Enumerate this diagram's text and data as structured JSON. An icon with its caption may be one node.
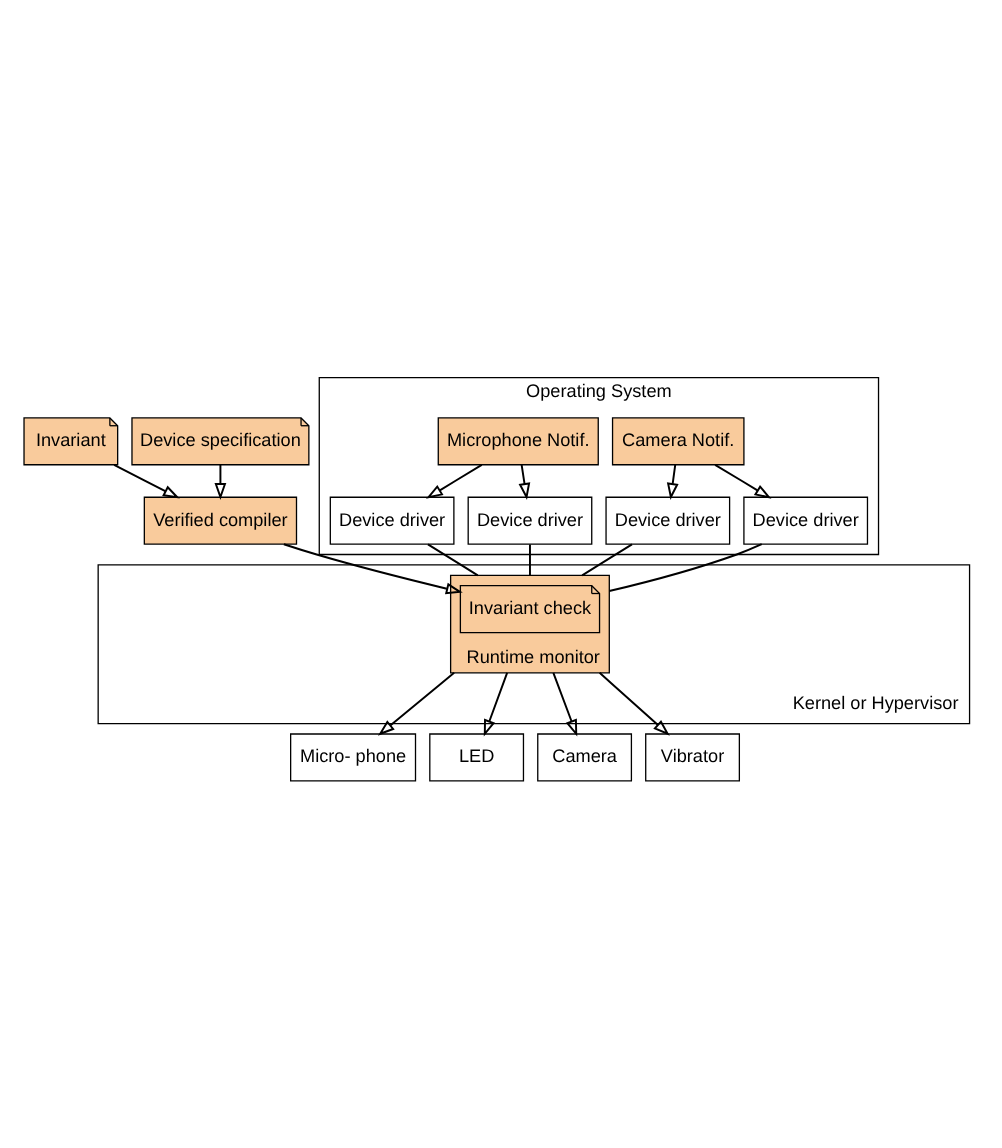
{
  "diagram": {
    "nodes": [
      {
        "text": [
          "Invariant"
        ]
      },
      {
        "text": [
          "Device specification"
        ]
      },
      {
        "text": [
          "Verified compiler"
        ]
      },
      {
        "text": [
          "Operating System"
        ]
      },
      {
        "text": [
          "Microphone Notif."
        ],
        "in": 3
      },
      {
        "text": [
          "Camera Notif."
        ],
        "in": 3
      },
      {
        "text": [
          "Device driver"
        ],
        "in": 3
      },
      {
        "text": [
          "Device driver"
        ],
        "in": 3
      },
      {
        "text": [
          "Device driver"
        ],
        "in": 3
      },
      {
        "text": [
          "Device driver"
        ],
        "in": 3
      },
      {
        "text": [
          "Kernel or Hypervisor"
        ]
      },
      {
        "text": [
          "Runtime monitor"
        ],
        "in": 10
      },
      {
        "text": [
          "Invariant check"
        ],
        "in": 11
      },
      {
        "text": [
          "Micro- phone"
        ]
      },
      {
        "text": [
          "LED"
        ]
      },
      {
        "text": [
          "Camera"
        ]
      },
      {
        "text": [
          "Vibrator"
        ]
      }
    ],
    "edges": [
      {
        "from": 0,
        "to": 2,
        "arrow": "to"
      },
      {
        "from": 1,
        "to": 2,
        "arrow": "to"
      },
      {
        "from": 2,
        "to": 12,
        "arrow": "to"
      },
      {
        "from": 4,
        "to": 6,
        "arrow": "to"
      },
      {
        "from": 4,
        "to": 7,
        "arrow": "to"
      },
      {
        "from": 5,
        "to": 8,
        "arrow": "to"
      },
      {
        "from": 5,
        "to": 9,
        "arrow": "to"
      },
      {
        "from": 6,
        "to": 11,
        "arrow": "none"
      },
      {
        "from": 7,
        "to": 11,
        "arrow": "none"
      },
      {
        "from": 8,
        "to": 11,
        "arrow": "none"
      },
      {
        "from": 9,
        "to": 11,
        "arrow": "none"
      },
      {
        "from": 11,
        "to": 13,
        "arrow": "to"
      },
      {
        "from": 11,
        "to": 14,
        "arrow": "to"
      },
      {
        "from": 11,
        "to": 15,
        "arrow": "to"
      },
      {
        "from": 11,
        "to": 16,
        "arrow": "to"
      }
    ]
  }
}
